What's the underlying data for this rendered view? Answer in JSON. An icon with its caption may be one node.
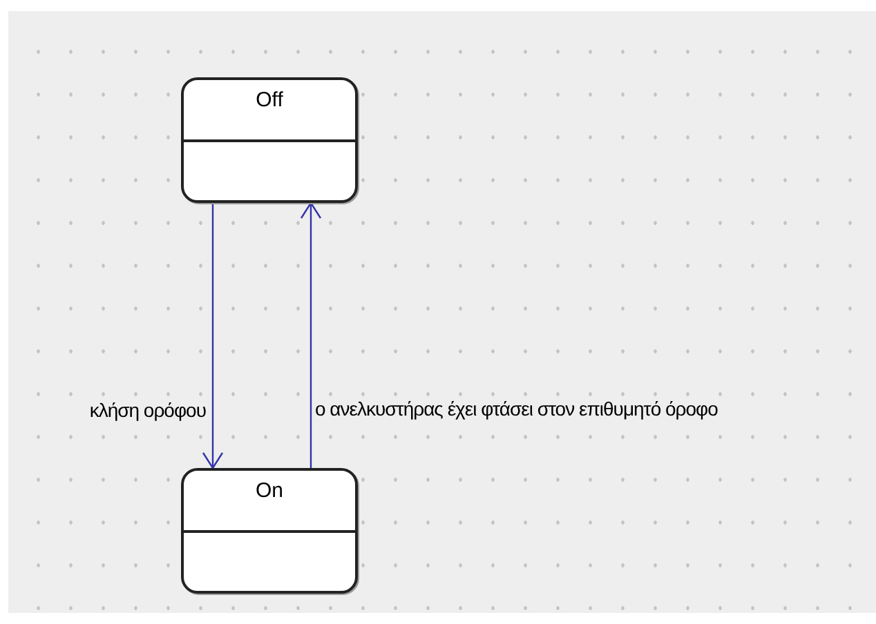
{
  "diagram": {
    "nodes": [
      {
        "text": [
          "Off"
        ]
      },
      {
        "text": [
          "On"
        ]
      }
    ],
    "edges": [
      {
        "from": 0,
        "to": 1,
        "arrow": "to",
        "label": "κλήση ορόφου",
        "color": "#3333aa"
      },
      {
        "from": 1,
        "to": 0,
        "arrow": "to",
        "label": "ο ανελκυστήρας έχει φτάσει στον επιθυμητό όροφο",
        "color": "#3333aa"
      }
    ]
  }
}
